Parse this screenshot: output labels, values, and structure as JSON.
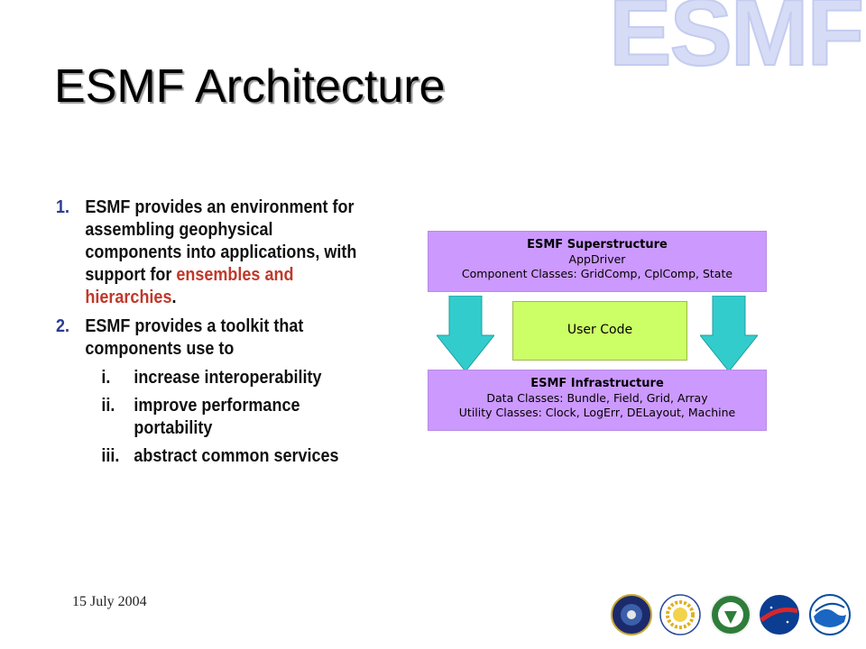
{
  "slide": {
    "watermark": "ESMF",
    "title": "ESMF Architecture",
    "date": "15 July 2004"
  },
  "bullets": [
    {
      "num": "1.",
      "text_before": "ESMF provides an environment for assembling geophysical components into applications, with support for ",
      "highlight": "ensembles and hierarchies",
      "text_after": "."
    },
    {
      "num": "2.",
      "text_before": "ESMF provides a toolkit that components use to",
      "highlight": "",
      "text_after": "",
      "subitems": [
        {
          "num": "i.",
          "text": "increase interoperability"
        },
        {
          "num": "ii.",
          "text": "improve performance portability"
        },
        {
          "num": "iii.",
          "text": "abstract common services"
        }
      ]
    }
  ],
  "diagram": {
    "superstructure": {
      "heading": "ESMF Superstructure",
      "lines": [
        "AppDriver",
        "Component Classes:  GridComp, CplComp, State"
      ]
    },
    "user_code": "User Code",
    "infrastructure": {
      "heading": "ESMF Infrastructure",
      "lines": [
        "Data Classes:  Bundle, Field, Grid, Array",
        "Utility Classes:  Clock, LogErr, DELayout, Machine"
      ]
    }
  },
  "colors": {
    "box_purple": "#cc99ff",
    "box_green": "#ccff66",
    "arrow_cyan": "#33cccc",
    "highlight": "#c0392b",
    "watermark": "#d6dcf6"
  },
  "logos": [
    "dod-seal-icon",
    "nsf-logo-icon",
    "doe-seal-icon",
    "nasa-logo-icon",
    "noaa-logo-icon"
  ]
}
